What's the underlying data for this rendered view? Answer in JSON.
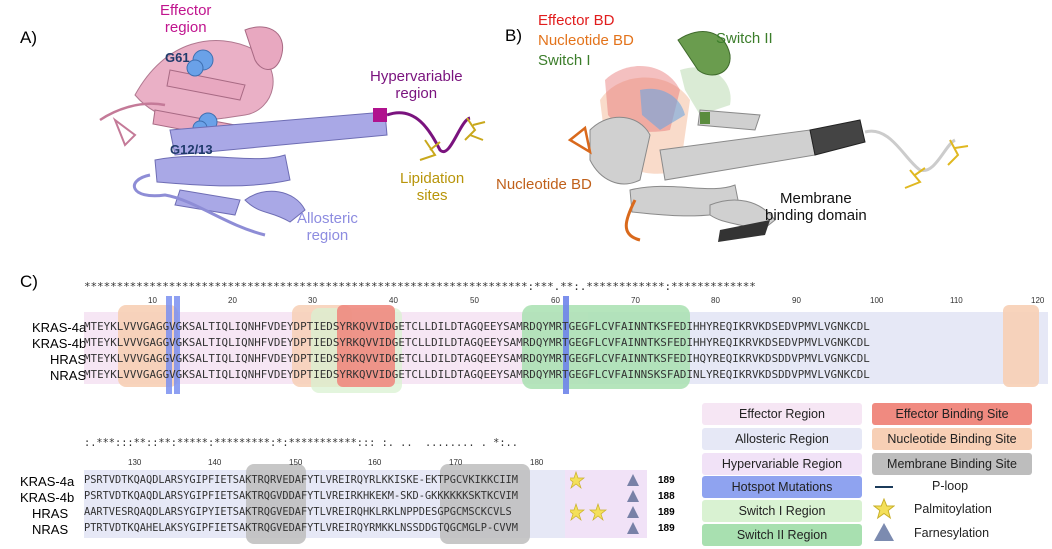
{
  "panelA": {
    "label": "A)",
    "effector": "Effector\nregion",
    "g61": "G61",
    "g1213": "G12/13",
    "hypervariable": "Hypervariable\nregion",
    "lipidation": "Lipidation\nsites",
    "allosteric": "Allosteric\nregion"
  },
  "panelB": {
    "label": "B)",
    "effector_bd": "Effector BD",
    "nucleotide_bd_top": "Nucleotide BD",
    "switch1": "Switch I",
    "switch2": "Switch II",
    "nucleotide_bd_left": "Nucleotide BD",
    "membrane": "Membrane\nbinding domain"
  },
  "panelC": {
    "label": "C)",
    "consensus1": "********************************************************************:***.**:.************:*************",
    "ticks1": [
      "10",
      "20",
      "30",
      "40",
      "50",
      "60",
      "70",
      "80",
      "90",
      "100",
      "110",
      "120"
    ],
    "seq_names": [
      "KRAS-4a",
      "KRAS-4b",
      "HRAS",
      "NRAS"
    ],
    "seqs1": [
      "MTEYKLVVVGAGGVGKSALTIQLIQNHFVDEYDPTIEDSYRKQVVIDGETCLLDILDTAGQEEYSAMRDQYMRTGEGFLCVFAINNTKSFEDIHHYREQIKRVKDSEDVPMVLVGNKCDL",
      "MTEYKLVVVGAGGVGKSALTIQLIQNHFVDEYDPTIEDSYRKQVVIDGETCLLDILDTAGQEEYSAMRDQYMRTGEGFLCVFAINNTKSFEDIHHYREQIKRVKDSEDVPMVLVGNKCDL",
      "MTEYKLVVVGAGGVGKSALTIQLIQNHFVDEYDPTIEDSYRKQVVIDGETCLLDILDTAGQEEYSAMRDQYMRTGEGFLCVFAINNTKSFEDIHQYREQIKRVKDSDDVPMVLVGNKCDL",
      "MTEYKLVVVGAGGVGKSALTIQLIQNHFVDEYDPTIEDSYRKQVVIDGETCLLDILDTAGQEEYSAMRDQYMRTGEGFLCVFAINNSKSFADINLYREQIKRVKDSDDVPMVLVGNKCDL"
    ],
    "consensus2": ":.***:::**::**:*****:*********:*:***********::: :. ..  ........ . *:..",
    "ticks2": [
      "130",
      "140",
      "150",
      "160",
      "170",
      "180"
    ],
    "seqs2": [
      "PSRTVDTKQAQDLARSYGIPFIETSAKTRQRVEDAFYTLVREIRQYRLKKISKE-EKTPGCVKIKKCIIM",
      "PSRTVDTKQAQDLARSYGIPFIETSAKTRQGVDDAFYTLVREIRKHKEKM-SKD-GKKKKKKSKTKCVIM",
      "AARTVESRQAQDLARSYGIPYIETSAKTRQGVEDAFYTLVREIRQHKLRKLNPPDESGPGCMSCKCVLS",
      "PTRTVDTKQAHELAKSYGIPFIETSAKTRQGVEDAFYTLVREIRQYRMKKLNSSDDGTQGCMGLP-CVVM"
    ],
    "seq_ends": [
      "189",
      "188",
      "189",
      "189"
    ]
  },
  "legend": {
    "effector_region": "Effector Region",
    "allosteric_region": "Allosteric Region",
    "hypervariable_region": "Hypervariable Region",
    "hotspot": "Hotspot Mutations",
    "switch1_region": "Switch I Region",
    "switch2_region": "Switch II Region",
    "effector_binding": "Effector Binding Site",
    "nucleotide_binding": "Nucleotide Binding Site",
    "membrane_binding": "Membrane Binding Site",
    "ploop": "P-loop",
    "palmitoylation": "Palmitoylation",
    "farnesylation": "Farnesylation"
  },
  "colors": {
    "effector_region": "#f6e6f4",
    "allosteric_region": "#e6e8f6",
    "hypervariable_region": "#f1e2f7",
    "hotspot": "#8fa3f0",
    "switch1_region": "#d9f2d2",
    "switch2_region": "#a8e0b0",
    "effector_binding": "#f08a80",
    "nucleotide_binding": "#f7cfb5",
    "membrane_binding": "#bdbdbd",
    "pink_protein": "#e8a8c0",
    "lavender_protein": "#a9a8e6",
    "magenta": "#b0128e",
    "purple": "#7a137e",
    "gold": "#b8950a"
  }
}
